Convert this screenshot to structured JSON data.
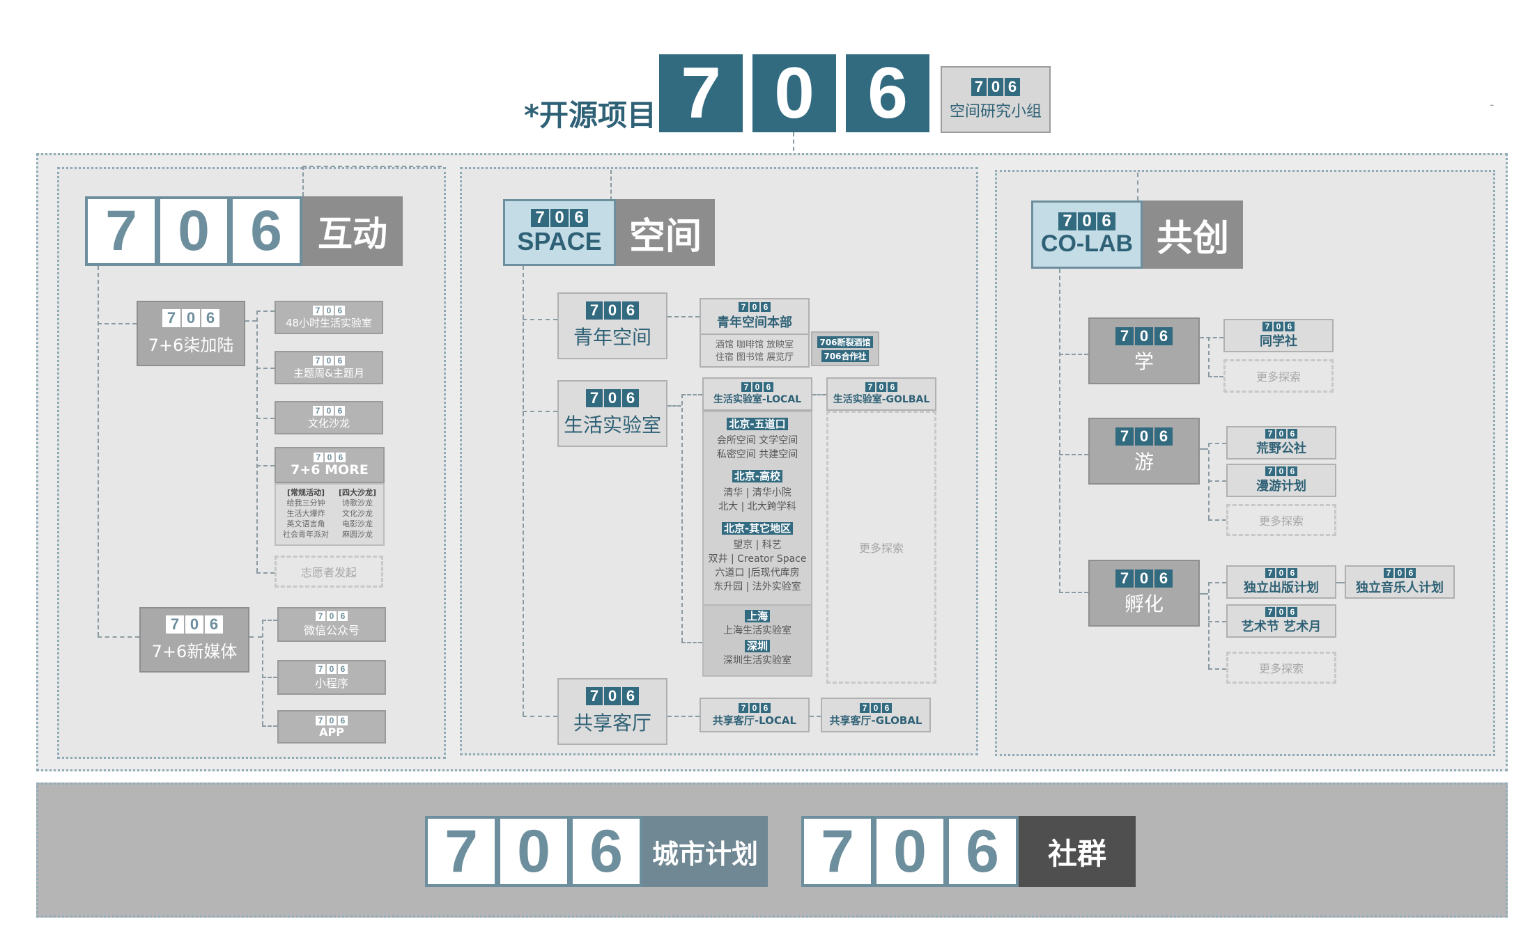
{
  "top": {
    "prefix": "*开源项目",
    "d1": "7",
    "d2": "0",
    "d3": "6",
    "tag_digits": [
      "7",
      "0",
      "6"
    ],
    "tag_label": "空间研究小组",
    "dash": "-"
  },
  "digits": [
    "7",
    "0",
    "6"
  ],
  "col1": {
    "title": "互动",
    "b1": {
      "label": "7+6柒加陆"
    },
    "b1_items": [
      "48小时生活实验室",
      "主题周&主题月",
      "文化沙龙",
      "7+6 MORE"
    ],
    "more_list_left": [
      "[常规活动]",
      "给我三分钟",
      "生活大爆炸",
      "英文语言角",
      "社会青年派对"
    ],
    "more_list_right": [
      "[四大沙龙]",
      "诗歌沙龙",
      "文化沙龙",
      "电影沙龙",
      "麻圆沙龙"
    ],
    "volunteer": "志愿者发起",
    "b2": {
      "label": "7+6新媒体"
    },
    "b2_items": [
      "微信公众号",
      "小程序",
      "APP"
    ]
  },
  "col2": {
    "space": "SPACE",
    "title": "空间",
    "youth": "青年空间",
    "youth_hq": "青年空间本部",
    "youth_hq_row1": "酒馆  咖啡馆  放映室",
    "youth_hq_row2": "住宿  图书馆  展览厅",
    "hotel1": "706断裂酒馆",
    "hotel2": "706合作社",
    "lab": "生活实验室",
    "lab_local": "生活实验室-LOCAL",
    "lab_global": "生活实验室-GOLBAL",
    "bj_wdk": "北京-五道口",
    "bj_wdk_l1": "会所空间  文学空间",
    "bj_wdk_l2": "私密空间  共建空间",
    "bj_gx": "北京-高校",
    "bj_gx_l1": "清华 | 清华小院",
    "bj_gx_l2": "北大 | 北大跨学科",
    "bj_qt": "北京-其它地区",
    "bj_qt_l1": "望京 | 科艺",
    "bj_qt_l2": "双井 | Creator Space",
    "bj_qt_l3": "六道口 |后现代库房",
    "bj_qt_l4": "东升园 | 法外实验室",
    "sh": "上海",
    "sh_l": "上海生活实验室",
    "sz": "深圳",
    "sz_l": "深圳生活实验室",
    "more": "更多探索",
    "lounge": "共享客厅",
    "lounge_local": "共享客厅-LOCAL",
    "lounge_global": "共享客厅-GLOBAL"
  },
  "col3": {
    "colab": "CO-LAB",
    "title": "共创",
    "learn": "学",
    "learn_items": [
      "同学社"
    ],
    "more": "更多探索",
    "travel": "游",
    "travel_items": [
      "荒野公社",
      "漫游计划"
    ],
    "incubate": "孵化",
    "incubate_items": [
      "独立出版计划",
      "独立音乐人计划",
      "艺术节 艺术月"
    ]
  },
  "bottom": {
    "city": "城市计划",
    "community": "社群"
  }
}
